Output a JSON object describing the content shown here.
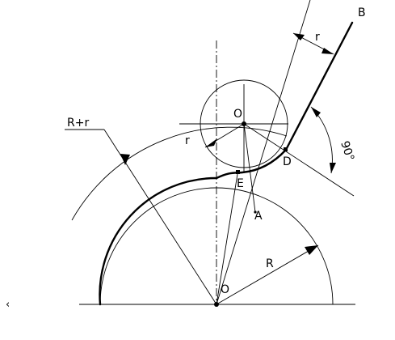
{
  "labels": {
    "B": "B",
    "r_top": "r",
    "deg90": "90°",
    "R_plus_r": "R+r",
    "O_top": "O",
    "r_left": "r",
    "D": "D",
    "E": "E",
    "A": "A",
    "R": "R",
    "O_bottom": "O",
    "edge_mark": "‹"
  }
}
